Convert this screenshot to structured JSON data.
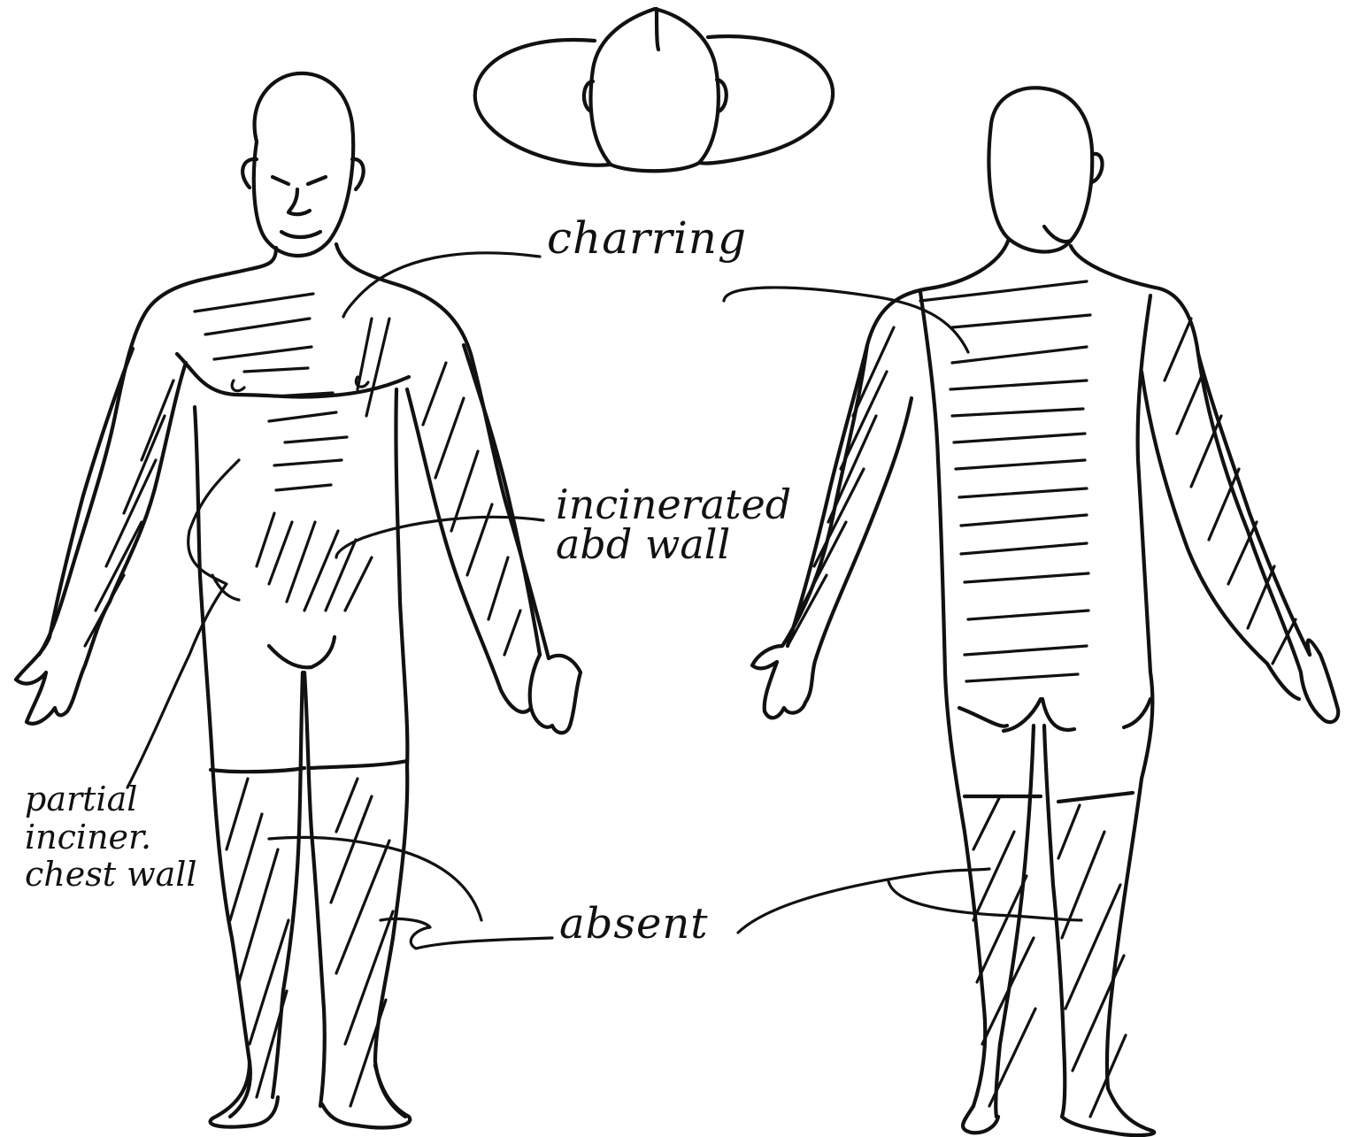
{
  "annotations": {
    "charring": "charring",
    "incinerated_abd_wall": "incinerated abd wall",
    "partial_incinerated_chest_wall": "partial inciner. chest wall",
    "absent": "absent"
  },
  "colors": {
    "ink": "#111111",
    "paper": "#ffffff"
  },
  "figures": [
    "head-top-view",
    "body-front-view",
    "body-back-view"
  ]
}
